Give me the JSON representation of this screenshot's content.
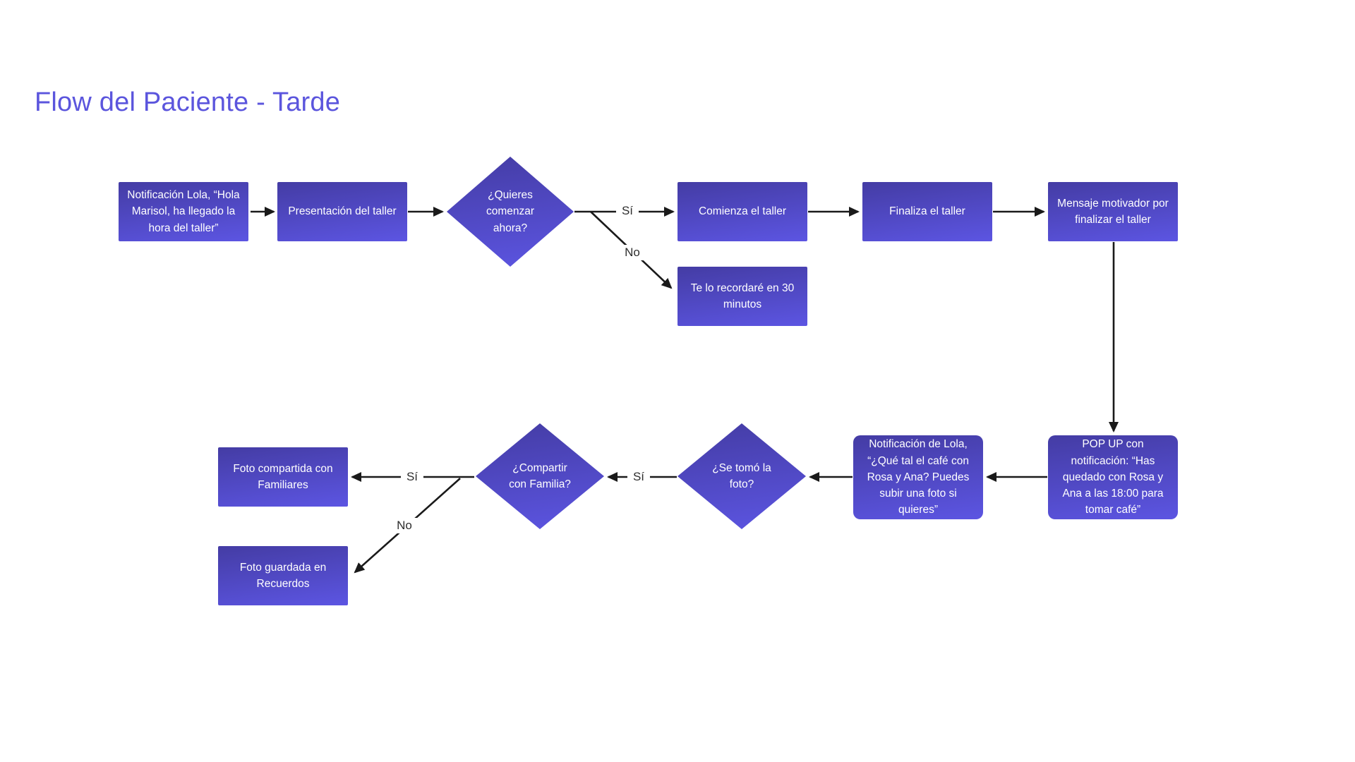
{
  "title": "Flow del Paciente - Tarde",
  "colors": {
    "title": "#5B55DD",
    "node_gradient_top": "#443CA4",
    "node_gradient_bottom": "#5C55E2",
    "node_text": "#FFFFFF",
    "arrow": "#1A1A1A",
    "edge_label_text": "#2D2D2D",
    "background": "#FFFFFF"
  },
  "nodes": {
    "notif_taller": {
      "type": "process",
      "text": "Notificación Lola, “Hola Marisol, ha llegado la hora del taller”"
    },
    "presentacion": {
      "type": "process",
      "text": "Presentación del taller"
    },
    "quieres_comenzar": {
      "type": "decision",
      "text": "¿Quieres comenzar ahora?"
    },
    "comienza": {
      "type": "process",
      "text": "Comienza el taller"
    },
    "recordare": {
      "type": "process",
      "text": "Te lo recordaré en 30 minutos"
    },
    "finaliza": {
      "type": "process",
      "text": "Finaliza el taller"
    },
    "mensaje_motivador": {
      "type": "process",
      "text": "Mensaje motivador por finalizar el taller"
    },
    "popup_cafe": {
      "type": "process",
      "text": "POP UP con notificación: “Has quedado con Rosa y Ana a las 18:00 para tomar café”"
    },
    "notif_cafe": {
      "type": "process",
      "text": "Notificación de Lola, “¿Qué tal el café con Rosa y Ana? Puedes subir una foto si quieres”"
    },
    "se_tomo_foto": {
      "type": "decision",
      "text": "¿Se tomó la foto?"
    },
    "compartir_familia": {
      "type": "decision",
      "text": "¿Compartir con Familia?"
    },
    "foto_compartida": {
      "type": "process",
      "text": "Foto compartida con Familiares"
    },
    "foto_guardada": {
      "type": "process",
      "text": "Foto guardada en Recuerdos"
    }
  },
  "edge_labels": {
    "comenzar_si": "Sí",
    "comenzar_no": "No",
    "foto_si": "Sí",
    "compartir_si": "Sí",
    "compartir_no": "No"
  }
}
